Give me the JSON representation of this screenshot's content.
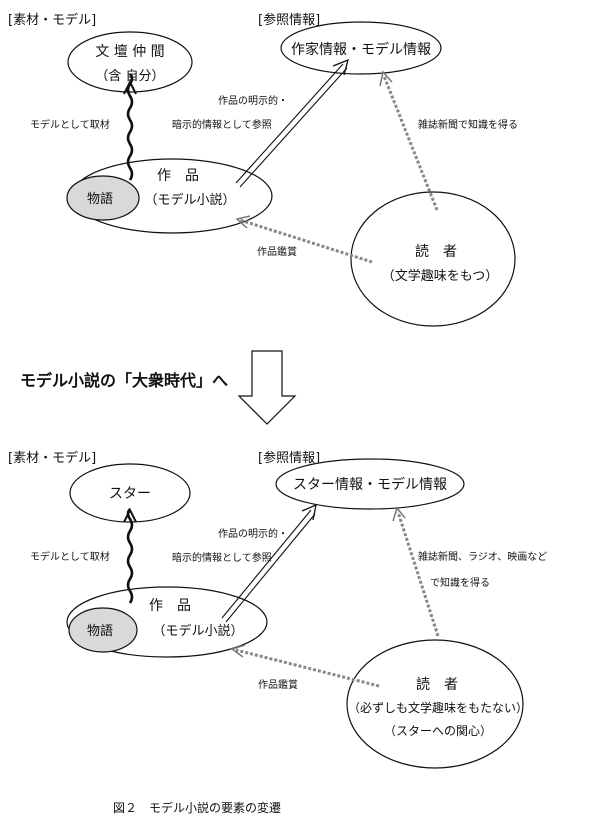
{
  "top": {
    "label_material": "[素材・モデル]",
    "label_reference": "[参照情報]",
    "bundan": "文 壇 仲 間",
    "bundan_sub": "（含 自分）",
    "info": "作家情報・モデル情報",
    "work": "作　品",
    "work_sub": "（モデル小説）",
    "story": "物語",
    "reader": "読　者",
    "reader_sub": "（文学趣味をもつ）",
    "arrow_model": "モデルとして取材",
    "arrow_ref_1": "作品の明示的・",
    "arrow_ref_2": "暗示的情報として参照",
    "arrow_news": "雑誌新聞で知識を得る",
    "arrow_appreciate": "作品鑑賞"
  },
  "middle": {
    "heading": "モデル小説の「大衆時代」へ"
  },
  "bottom": {
    "label_material": "[素材・モデル]",
    "label_reference": "[参照情報]",
    "star": "スター",
    "info": "スター情報・モデル情報",
    "work": "作　品",
    "work_sub": "（モデル小説）",
    "story": "物語",
    "reader": "読　者",
    "reader_sub": "（必ずしも文学趣味をもたない）",
    "reader_sub2": "（スターへの関心）",
    "arrow_model": "モデルとして取材",
    "arrow_ref_1": "作品の明示的・",
    "arrow_ref_2": "暗示的情報として参照",
    "arrow_news_1": "雑誌新聞、ラジオ、映画など",
    "arrow_news_2": "で知識を得る",
    "arrow_appreciate": "作品鑑賞"
  },
  "caption": "図２　モデル小説の要素の変遷"
}
